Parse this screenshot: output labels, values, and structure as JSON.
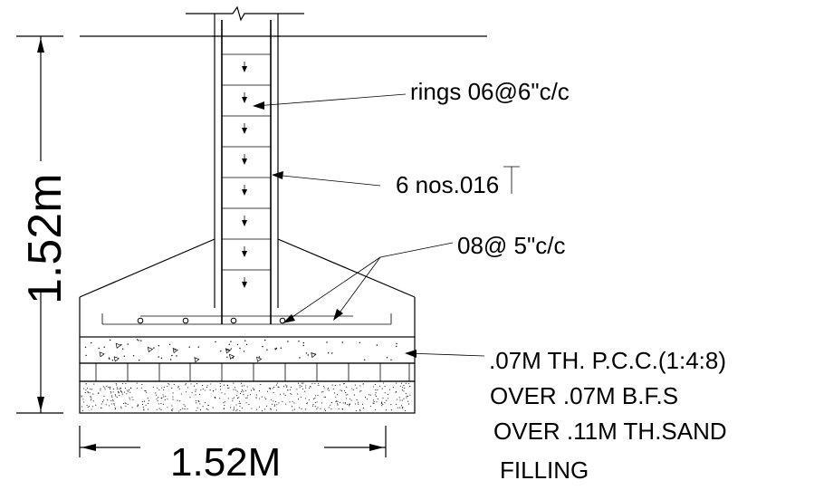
{
  "labels": {
    "rings": "rings 06@6\"c/c",
    "bars": "6 nos.016",
    "base_bars": "08@ 5\"c/c",
    "pcc": ".07M TH. P.C.C.(1:4:8)",
    "bfs": "OVER .07M B.F.S",
    "sand": "OVER .11M TH.SAND",
    "filling": "FILLING"
  },
  "dimensions": {
    "height": "1.52m",
    "width": "1.52M"
  },
  "colors": {
    "ink": "#000000",
    "paper": "#ffffff"
  }
}
